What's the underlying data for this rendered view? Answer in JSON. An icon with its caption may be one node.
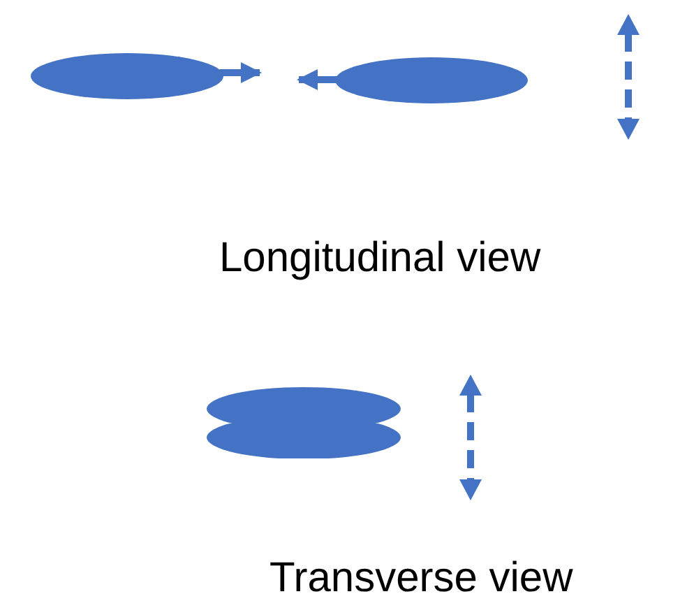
{
  "diagram": {
    "nodes": [
      {
        "text": [],
        "shape": "ellipse"
      },
      {
        "text": [],
        "shape": "ellipse"
      },
      {
        "text": [],
        "shape": "ellipse"
      },
      {
        "text": [],
        "shape": "ellipse"
      }
    ],
    "edges": [
      {
        "from": 0,
        "to": null,
        "arrow": "to"
      },
      {
        "from": 1,
        "to": null,
        "arrow": "to"
      }
    ],
    "labels": [
      "Longitudinal view",
      "Transverse view"
    ]
  }
}
